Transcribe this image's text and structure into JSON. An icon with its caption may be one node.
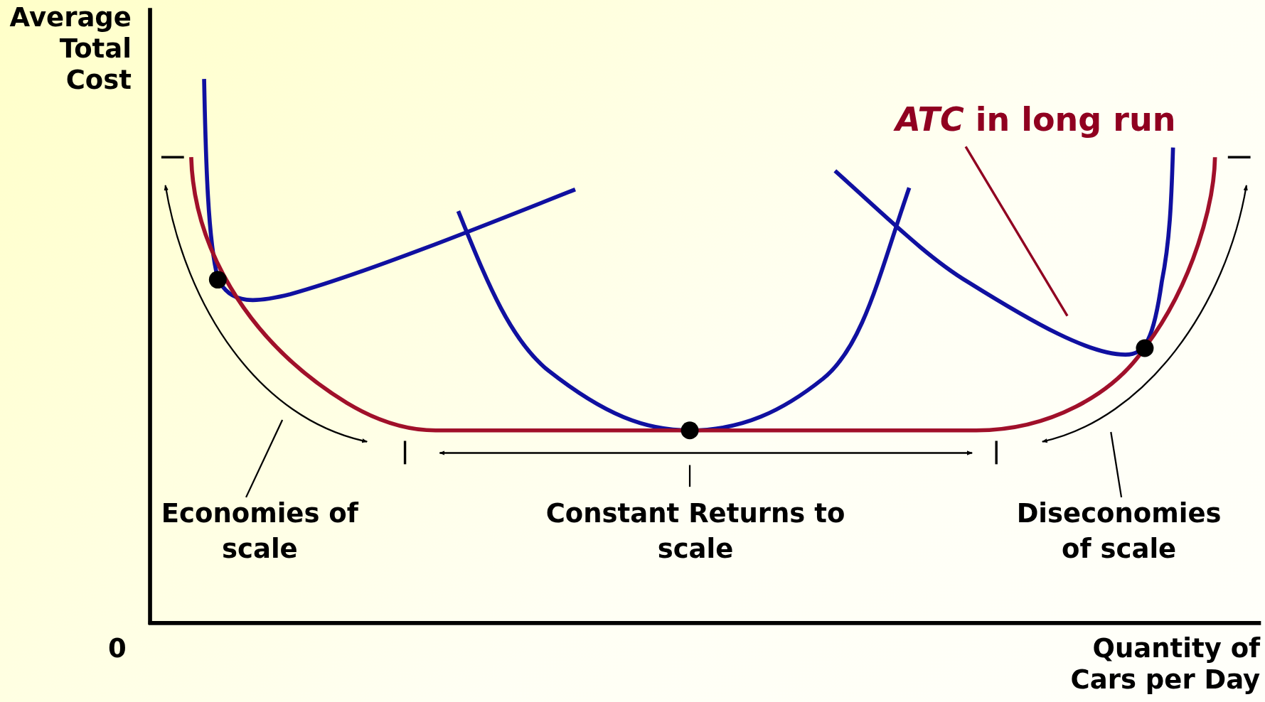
{
  "diagram": {
    "nodes": [
      {
        "text": [
          "*ATC* in long run"
        ]
      },
      {
        "text": [],
        "shape": "curve"
      },
      {
        "text": [
          "Economies of scale"
        ]
      },
      {
        "text": [],
        "shape": "arrow"
      },
      {
        "text": [
          "Constant Returns to scale"
        ]
      },
      {
        "text": [],
        "shape": "arrow"
      },
      {
        "text": [
          "Diseconomies of scale"
        ]
      },
      {
        "text": [],
        "shape": "arrow"
      }
    ],
    "edges": [
      {
        "from": 0,
        "to": 1,
        "arrow": "none",
        "color": "#900020"
      },
      {
        "from": 2,
        "to": 3,
        "arrow": "none"
      },
      {
        "from": 4,
        "to": 5,
        "arrow": "none"
      },
      {
        "from": 6,
        "to": 7,
        "arrow": "none"
      }
    ],
    "labels": [
      "Average Total Cost",
      "0",
      "Quantity of Cars per Day"
    ]
  }
}
